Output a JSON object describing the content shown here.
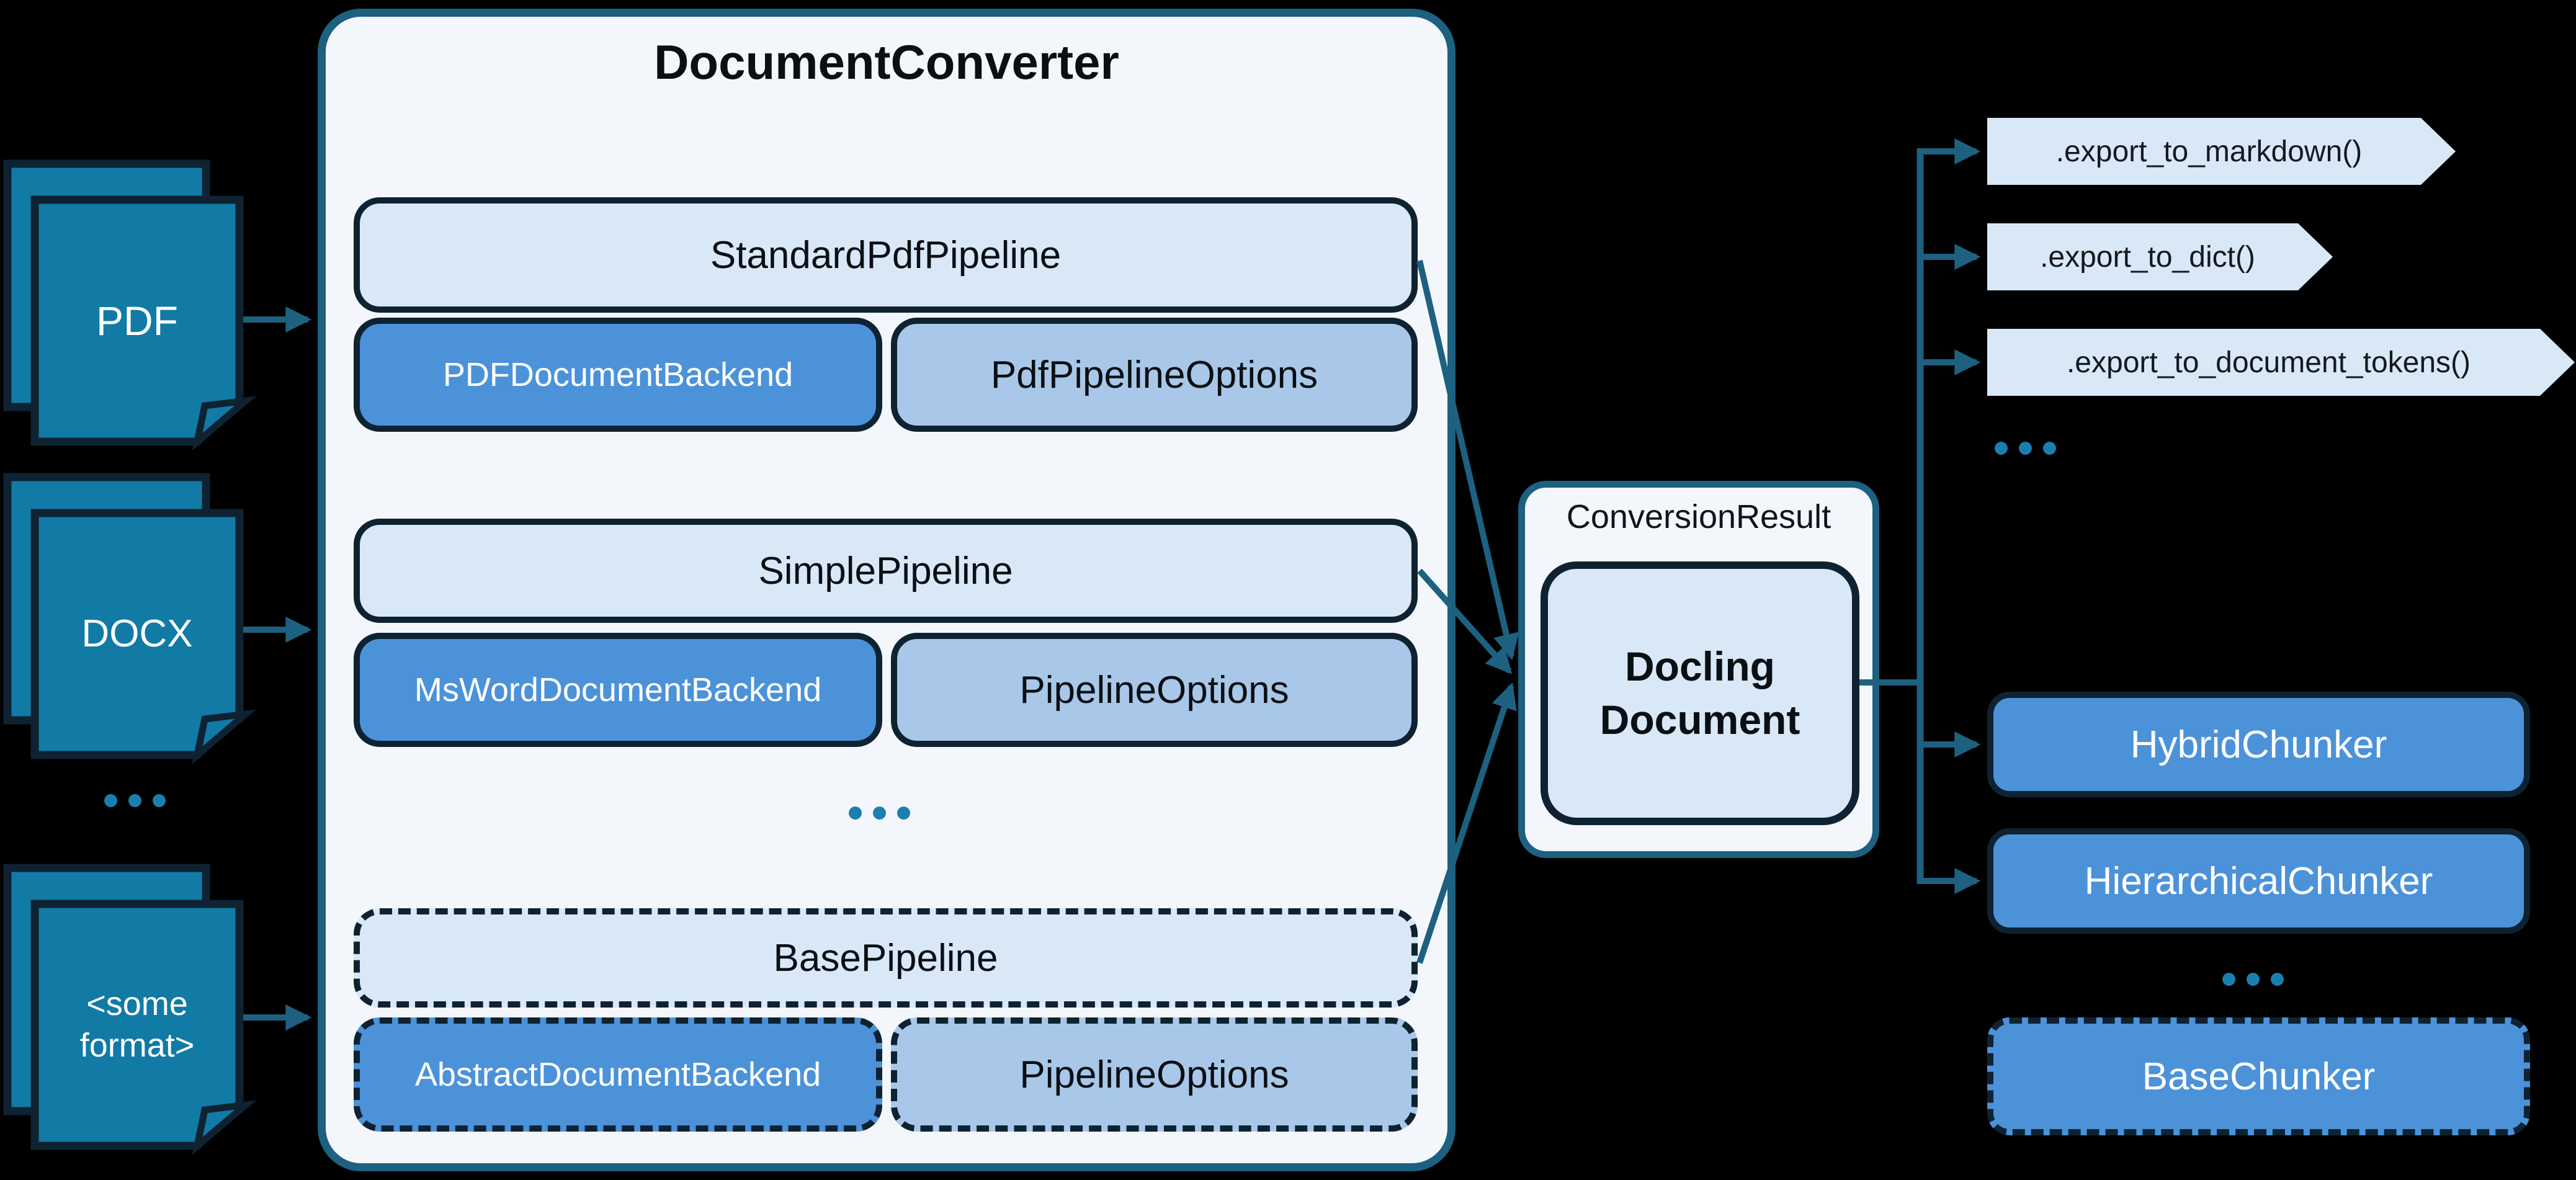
{
  "colors": {
    "background": "#000000",
    "connector_teal": "#1E6080",
    "container_fill": "#F3F7FC",
    "container_border": "#1D6080",
    "box_border": "#0E2232",
    "light_box_fill": "#D9E8F6",
    "backend_fill": "#4C92D9",
    "options_fill": "#A9C8E9",
    "document_fill": "#117AA5",
    "ellipsis_dots": "#1B7FAD"
  },
  "inputs": [
    {
      "label": "PDF"
    },
    {
      "label": "DOCX"
    },
    {
      "label": "<some format>"
    }
  ],
  "converter": {
    "title": "DocumentConverter",
    "pipelines": [
      {
        "pipeline": "StandardPdfPipeline",
        "backend": "PDFDocumentBackend",
        "options": "PdfPipelineOptions"
      },
      {
        "pipeline": "SimplePipeline",
        "backend": "MsWordDocumentBackend",
        "options": "PipelineOptions"
      },
      {
        "pipeline": "BasePipeline",
        "backend": "AbstractDocumentBackend",
        "options": "PipelineOptions"
      }
    ]
  },
  "result": {
    "label": "ConversionResult",
    "document": "Docling Document"
  },
  "exports": [
    {
      "label": ".export_to_markdown()"
    },
    {
      "label": ".export_to_dict()"
    },
    {
      "label": ".export_to_document_tokens()"
    }
  ],
  "chunkers": [
    {
      "label": "HybridChunker"
    },
    {
      "label": "HierarchicalChunker"
    },
    {
      "label": "BaseChunker"
    }
  ],
  "ellipsis": "..."
}
